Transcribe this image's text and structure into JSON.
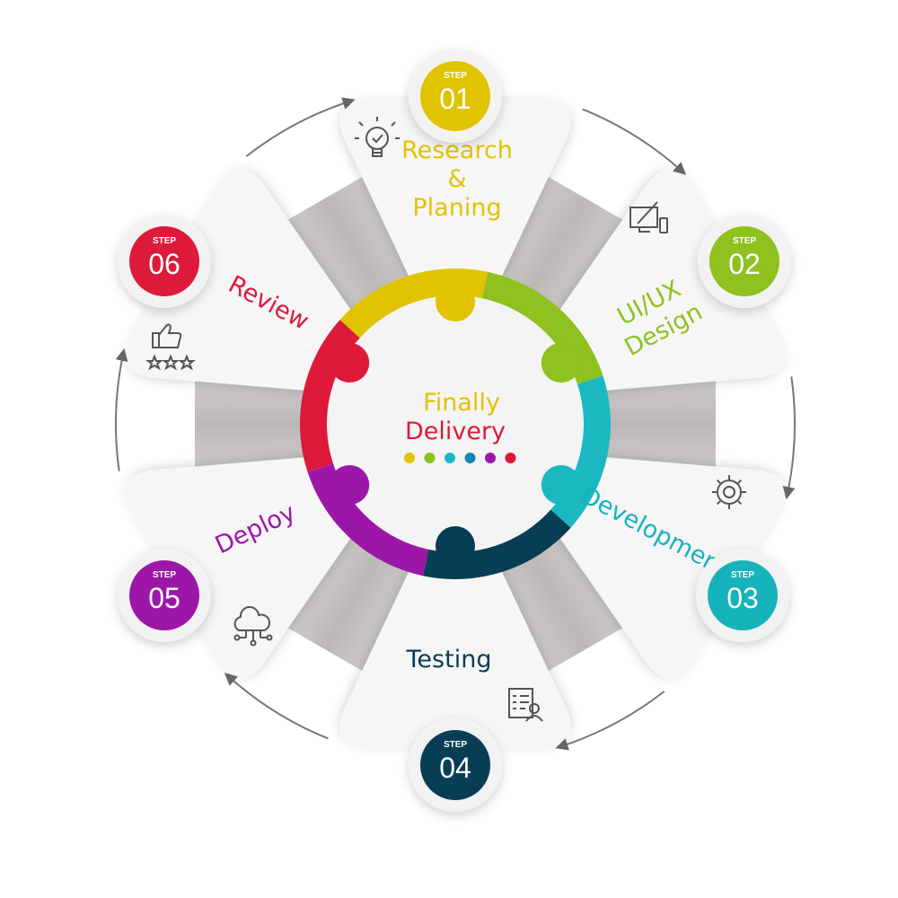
{
  "center": {
    "line1": "Finally",
    "line2": "Delivery"
  },
  "colors": {
    "yellow": "#e1c300",
    "green": "#8fc11f",
    "teal": "#1bb8c2",
    "navy": "#083e55",
    "purple": "#9c17a8",
    "red": "#de1a3a",
    "dot_blue": "#1784b8"
  },
  "steps": [
    {
      "prefix": "STEP",
      "number": "01",
      "label": [
        "Research",
        "&",
        "Planing"
      ],
      "color": "#e1c300",
      "icon": "lightbulb-check-icon"
    },
    {
      "prefix": "STEP",
      "number": "02",
      "label": [
        "UI/UX",
        "Design"
      ],
      "color": "#8fc11f",
      "icon": "monitor-phone-pen-icon"
    },
    {
      "prefix": "STEP",
      "number": "03",
      "label": [
        "Development"
      ],
      "color": "#16b3bc",
      "icon": "gear-icon"
    },
    {
      "prefix": "STEP",
      "number": "04",
      "label": [
        "Testing"
      ],
      "color": "#083e55",
      "icon": "checklist-user-icon"
    },
    {
      "prefix": "STEP",
      "number": "05",
      "label": [
        "Deploy"
      ],
      "color": "#9c17a8",
      "icon": "cloud-network-icon"
    },
    {
      "prefix": "STEP",
      "number": "06",
      "label": [
        "Review"
      ],
      "color": "#de1a3a",
      "icon": "thumbs-up-stars-icon"
    }
  ]
}
